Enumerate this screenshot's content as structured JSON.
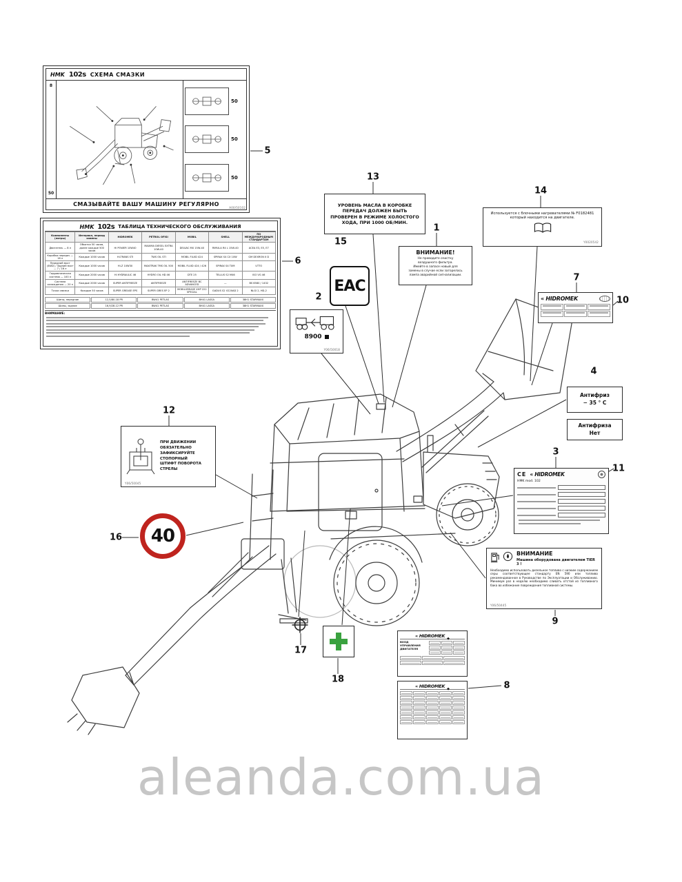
{
  "watermark": "aleanda.com.ua",
  "callouts": {
    "c1": "1",
    "c2": "2",
    "c3": "3",
    "c4": "4",
    "c5": "5",
    "c6": "6",
    "c7": "7",
    "c8": "8",
    "c9": "9",
    "c10": "10",
    "c11": "11",
    "c12": "12",
    "c13": "13",
    "c14": "14",
    "c15": "15",
    "c16": "16",
    "c17": "17",
    "c18": "18"
  },
  "lube_chart": {
    "brand": "HMK",
    "model": "102s",
    "title": "СХЕМА СМАЗКИ",
    "footer": "СМАЗЫВАЙТЕ ВАШУ МАШИНУ РЕГУЛЯРНО",
    "left_top": "8",
    "left_bottom": "50",
    "right_intervals": [
      "50",
      "50",
      "50"
    ],
    "code": "A00/50102"
  },
  "maintenance": {
    "brand": "HMK",
    "model": "102s",
    "title": "ТАБЛИЦА ТЕХНИЧЕСКОГО ОБСЛУЖИВАНИЯ",
    "columns": [
      "Компоненты (литры)",
      "Интервал, период замены",
      "HIDROMEK",
      "PETROL OFISI",
      "MOBIL",
      "SHELL",
      "ПО МЕЖДУНАРОДНЫМ СТАНДАРТАМ"
    ],
    "rows": [
      {
        "component": "Двигатель — 8 л",
        "interval": "Обкатка 50 часов, далее каждые 500 часов",
        "hidromek": "Hi POWER 10W40",
        "po": "MAXIMA DIESEL EXTRA 10W-40",
        "mobil": "DELVAC MX 15W-40",
        "shell": "RIMULA R4 L 15W-40",
        "std": "ACEA E3, E5, E7"
      },
      {
        "component": "Коробка передач — 16 л",
        "interval": "Каждые 1000 часов",
        "hidromek": "Hi-TRANS STI",
        "po": "TWS OIL STI",
        "mobil": "MOBIL FLUID 424",
        "shell": "SPIRAX S4 CX 10W",
        "std": "GM DEXRON II D"
      },
      {
        "component": "Передний мост (4WD) / Задний мост — 7 / 16 л",
        "interval": "Каждые 1000 часов",
        "hidromek": "Hi-Z 10W30",
        "po": "MAXITRAK TMS OIL 500",
        "mobil": "MOBIL FLUID 424 / 426",
        "shell": "SPIRAX S4 TXM",
        "std": "UTTO"
      },
      {
        "component": "Гидравлическая система — 100 л",
        "interval": "Каждые 2000 часов",
        "hidromek": "Hi HYDRAULIC 46",
        "po": "HYDRO OIL HD 46",
        "mobil": "DTE 25",
        "shell": "TELLUS S2 M46",
        "std": "ISO VG 46"
      },
      {
        "component": "Система охлаждения — 20 л",
        "interval": "Каждые 2000 часов",
        "hidromek": "SUPER ANTIFREEZE",
        "po": "ANTIFREEZE",
        "mobil": "ANTIFREEZE BC ADVANCED",
        "shell": "—",
        "std": "BS 6580 / 1432"
      },
      {
        "component": "Точки смазки",
        "interval": "Каждые 50 часов",
        "hidromek": "SUPER GREASE EPS",
        "po": "SUPER GRES EP 2",
        "mobil": "MOBILGREASE XHP 222 SPECIAL",
        "shell": "GADUS S2 V220AD 2",
        "std": "NLGI 2, HD-2"
      }
    ],
    "tires": [
      {
        "label": "Шины, передние",
        "size": "12,5/80-18 PR",
        "b1": "BW41 PETLAS",
        "b2": "BH41 LASSA",
        "b3": "38H1 STARMAXX"
      },
      {
        "label": "Шины, задние",
        "size": "16,9/28-12 PR",
        "b1": "BW41 PETLAS",
        "b2": "BH41 LASSA",
        "b3": "38H1 STARMAXX"
      }
    ],
    "note_heading": "ВНИМАНИЕ:"
  },
  "gearbox_note": {
    "text": "УРОВЕНЬ МАСЛА В КОРОБКЕ\nПЕРЕДАЧ ДОЛЖЕН БЫТЬ\nПРОВЕРЕН В РЕЖИМЕ ХОЛОСТОГО\nХОДА, ПРИ 1000 ОБ/МИН."
  },
  "air_filter_warning": {
    "title": "ВНИМАНИЕ!",
    "body": "Не проводите очистку\nвоздушного фильтра.\nИмейте в запасе новый для\nзамены в случае если загорелась\nлампа аварийной сигнализации."
  },
  "block_heater": {
    "line1": "Используется с блочными нагревателями № F0182481",
    "line2": "который находится на двигателе.",
    "code": "Y0020542"
  },
  "eac": {
    "text": "EAC"
  },
  "towing": {
    "weight": "8900",
    "code": "Y06/50018"
  },
  "hidromek_plate_small": {
    "logo": "HIDROMEK"
  },
  "antifreeze_minus35": {
    "line1": "Антифриз",
    "line2": "− 35 ° C"
  },
  "antifreeze_none": {
    "line1": "Антифриза",
    "line2": "Нет"
  },
  "ce_plate": {
    "ce": "CE",
    "logo": "HIDROMEK",
    "model_row": "HMK mod. 102"
  },
  "boom_pin": {
    "text": "ПРИ ДВИЖЕНИИ ОБЯЗАТЕЛЬНО\nЗАФИКСИРУЙТЕ СТОПОРНЫЙ\nШТИФТ ПОВОРОТА СТРЕЛЫ",
    "code": "Y06/50045"
  },
  "speed_limit": {
    "value": "40"
  },
  "fuel_warning": {
    "title": "ВНИМАНИЕ",
    "subtitle": "Машина оборудована двигателем TIER 3 !",
    "body": "Необходимо использовать дизельное топливо с низким содержанием серы соответствующее стандарту EN 590 или топливо рекомендованное в Руководстве по Эксплуатации и Обслуживанию. Минимум раз в неделю необходимо сливать отстой из топливного бака во избежание повреждения топливной системы.",
    "code": "Y06/50445"
  },
  "engine_plate": {
    "logo": "HIDROMEK",
    "subtitle": "ВХОД УПРАВЛЕНИЯ\nДВИГАТЕЛЯ"
  },
  "spec_plate": {
    "logo": "HIDROMEK"
  }
}
